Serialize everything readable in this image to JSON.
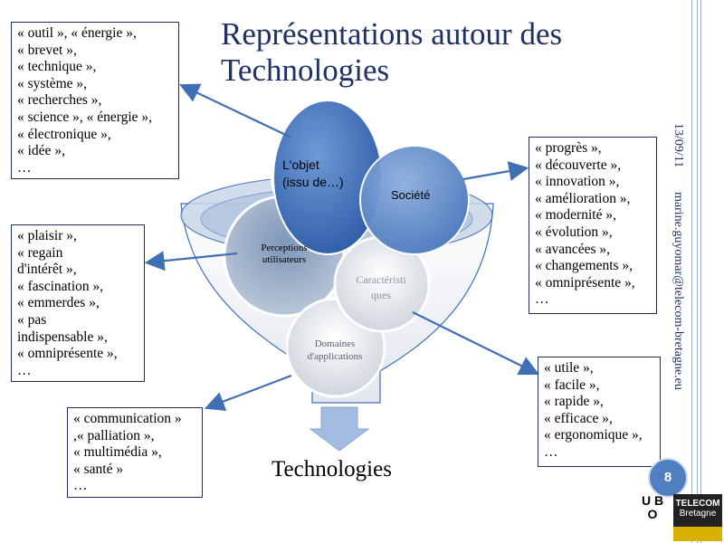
{
  "slide": {
    "title": "Représentations autour des Technologies",
    "date": "13/09/11",
    "email": "marine.guyomar@telecom-bretagne.eu",
    "page_number": "8"
  },
  "boxes": {
    "top_left": "« outil », « énergie »,\n« brevet »,\n« technique »,\n« système »,\n« recherches »,\n« science », « énergie »,\n« électronique »,\n« idée »,\n…",
    "mid_left": "« plaisir »,\n« regain\nd'intérêt »,\n« fascination »,\n« emmerdes »,\n« pas\nindispensable »,\n« omniprésente »,\n…",
    "bottom_left": "« communication »\n,« palliation »,\n« multimédia »,\n« santé »\n…",
    "top_right": "« progrès »,\n« découverte »,\n« innovation »,\n« amélioration »,\n« modernité »,\n« évolution »,\n« avancées »,\n« changements »,\n« omniprésente »,\n…",
    "bottom_right": "« utile »,\n« facile »,\n« rapide »,\n« efficace »,\n« ergonomique »,\n…"
  },
  "circles": {
    "objet_line1": "L'objet",
    "objet_line2": "(issu de…)",
    "societe": "Société",
    "perceptions_line1": "Perceptions",
    "perceptions_line2": "utilisateurs",
    "caracteristiques_line1": "Caractéristi",
    "caracteristiques_line2": "ques",
    "domaines_line1": "Domaines",
    "domaines_line2": "d'applications"
  },
  "funnel_output": "Technologies",
  "logos": {
    "university_text": "U B O",
    "telecom_line1": "TELECOM",
    "telecom_line2": "Bretagne"
  },
  "colors": {
    "title": "#1f3163",
    "arrow": "#3f6fb5",
    "circle_dark": "#3f6db8",
    "circle_mid": "#5f8bc8",
    "circle_light": "#dfe4ea",
    "box_border": "#1f2f5a"
  }
}
